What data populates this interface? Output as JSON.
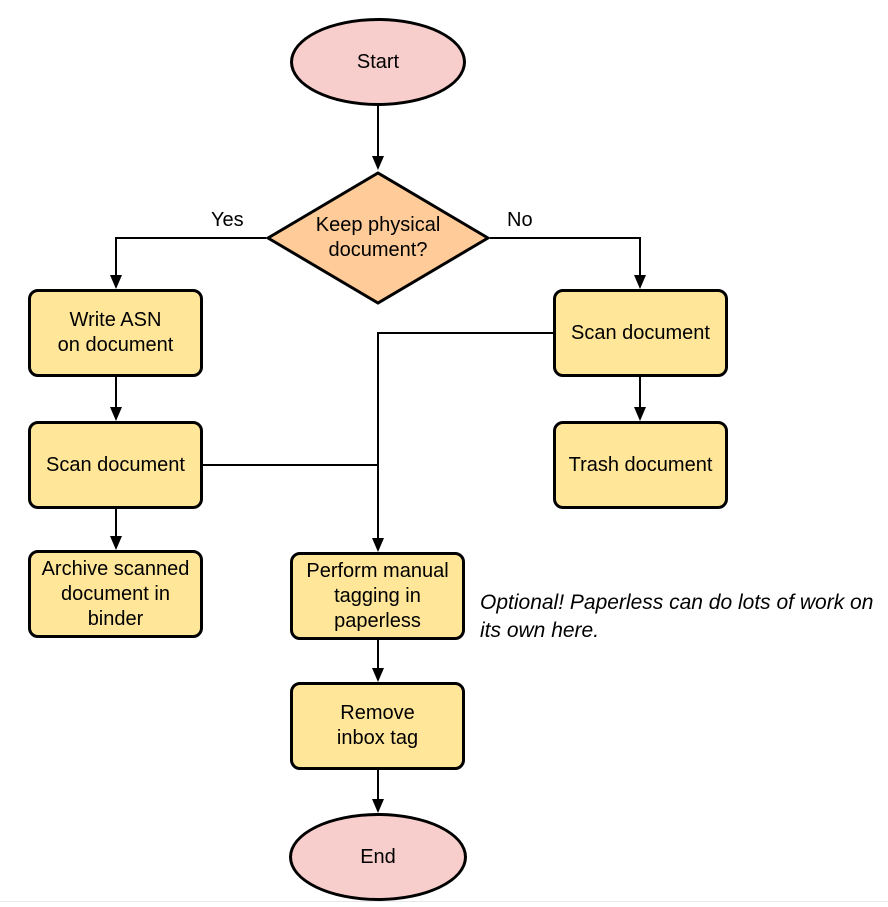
{
  "colors": {
    "terminal_fill": "#F8CECC",
    "decision_fill": "#FFCC99",
    "process_fill": "#FFE699",
    "stroke": "#000000",
    "note_color": "#000000",
    "divider": "#E8E8E8"
  },
  "nodes": {
    "start": {
      "label": "Start"
    },
    "decision": {
      "label": "Keep physical\ndocument?"
    },
    "write_asn": {
      "label": "Write ASN\non document"
    },
    "scan_left": {
      "label": "Scan document"
    },
    "archive": {
      "label": "Archive scanned\ndocument in\nbinder"
    },
    "scan_right": {
      "label": "Scan document"
    },
    "trash": {
      "label": "Trash document"
    },
    "tagging": {
      "label": "Perform manual\ntagging in\npaperless"
    },
    "remove_inbox": {
      "label": "Remove\ninbox tag"
    },
    "end": {
      "label": "End"
    }
  },
  "edge_labels": {
    "yes": "Yes",
    "no": "No"
  },
  "note": "Optional! Paperless can do lots of work on\nits own here."
}
